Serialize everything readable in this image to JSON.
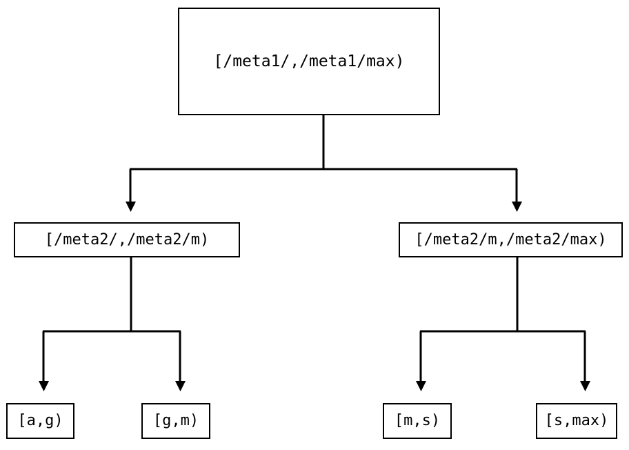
{
  "diagram": {
    "title": "interval-partition-tree",
    "background_color": "#ffffff",
    "line_color": "#000000",
    "text_color": "#000000",
    "nodes": {
      "root": {
        "label": "[/meta1/,/meta1/max)"
      },
      "mid_left": {
        "label": "[/meta2/,/meta2/m)"
      },
      "mid_right": {
        "label": "[/meta2/m,/meta2/max)"
      },
      "leaf_1": {
        "label": "[a,g)"
      },
      "leaf_2": {
        "label": "[g,m)"
      },
      "leaf_3": {
        "label": "[m,s)"
      },
      "leaf_4": {
        "label": "[s,max)"
      }
    },
    "edges": [
      {
        "from": "root",
        "to": "mid_left",
        "arrow": "down"
      },
      {
        "from": "root",
        "to": "mid_right",
        "arrow": "down"
      },
      {
        "from": "mid_left",
        "to": "leaf_1",
        "arrow": "down"
      },
      {
        "from": "mid_left",
        "to": "leaf_2",
        "arrow": "down"
      },
      {
        "from": "mid_right",
        "to": "leaf_3",
        "arrow": "down"
      },
      {
        "from": "mid_right",
        "to": "leaf_4",
        "arrow": "down"
      }
    ]
  }
}
